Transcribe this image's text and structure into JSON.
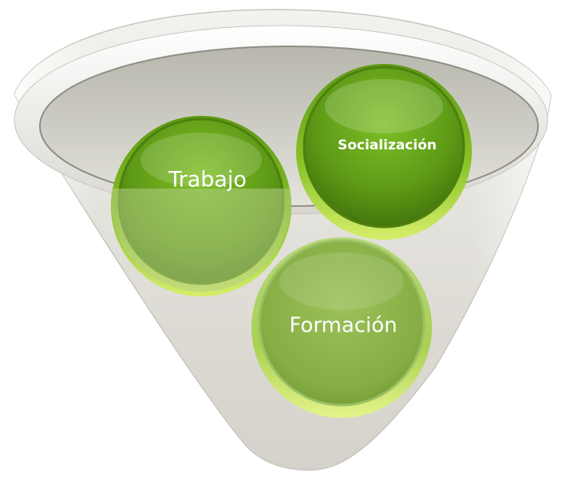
{
  "diagram": {
    "circles": [
      {
        "id": "trabajo",
        "label": "Trabajo"
      },
      {
        "id": "socializacion",
        "label": "Socialización"
      },
      {
        "id": "formacion",
        "label": "Formación"
      }
    ]
  }
}
